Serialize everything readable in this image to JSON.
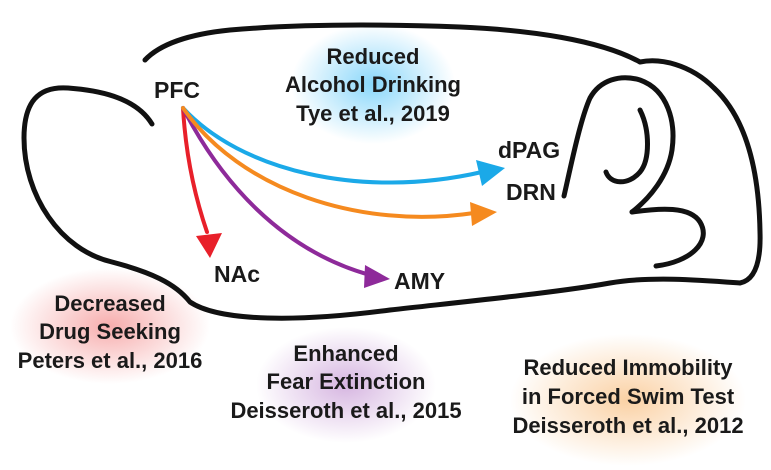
{
  "regions": {
    "pfc": "PFC",
    "nac": "NAc",
    "amy": "AMY",
    "dpag": "dPAG",
    "drn": "DRN"
  },
  "effects": {
    "alcohol": {
      "line1": "Reduced",
      "line2": "Alcohol Drinking",
      "line3": "Tye et al., 2019",
      "color": "#29b6f6"
    },
    "drug": {
      "line1": "Decreased",
      "line2": "Drug Seeking",
      "line3": "Peters et al., 2016",
      "color": "#f06a6a"
    },
    "fear": {
      "line1": "Enhanced",
      "line2": "Fear Extinction",
      "line3": "Deisseroth et al., 2015",
      "color": "#b57ac8"
    },
    "swim": {
      "line1": "Reduced Immobility",
      "line2": "in Forced Swim Test",
      "line3": "Deisseroth et al., 2012",
      "color": "#f7b267"
    }
  },
  "arrows": {
    "pfc_to_nac": "#e8202a",
    "pfc_to_amy": "#8e2a9a",
    "pfc_to_dpag": "#1ba9e8",
    "pfc_to_drn": "#f58a1f"
  }
}
